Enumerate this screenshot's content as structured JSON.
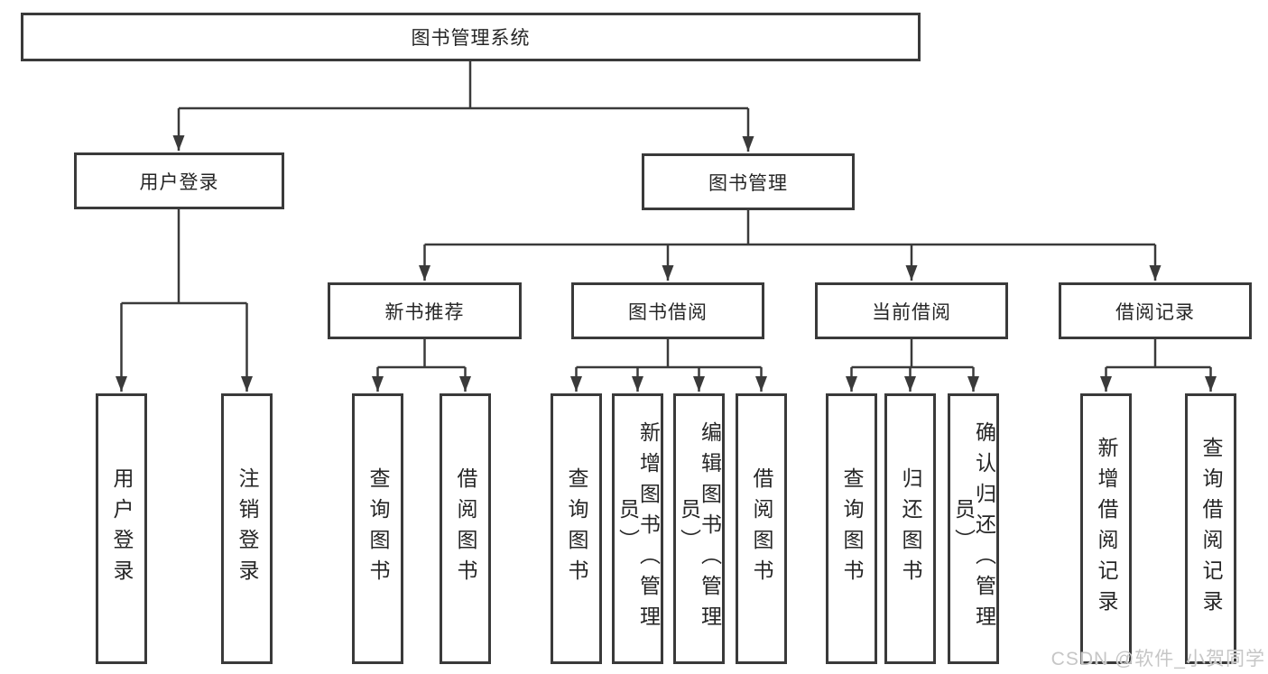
{
  "page": {
    "background": "#ffffff"
  },
  "colors": {
    "line": "#3a3a3a",
    "box_border": "#3a3a3a",
    "text": "#262626",
    "watermark": "#c6c6c6"
  },
  "watermark": {
    "text": "CSDN @软件_小贺同学"
  },
  "tree": {
    "root": {
      "label": "图书管理系统"
    },
    "branches": [
      {
        "label": "用户登录",
        "children": [
          {
            "label": "用户登录"
          },
          {
            "label": "注销登录"
          }
        ]
      },
      {
        "label": "图书管理",
        "children": [
          {
            "label": "新书推荐",
            "children": [
              {
                "label": "查询图书"
              },
              {
                "label": "借阅图书"
              }
            ]
          },
          {
            "label": "图书借阅",
            "children": [
              {
                "label": "查询图书"
              },
              {
                "label": "新增图书（管理员）"
              },
              {
                "label": "编辑图书（管理员）"
              },
              {
                "label": "借阅图书"
              }
            ]
          },
          {
            "label": "当前借阅",
            "children": [
              {
                "label": "查询图书"
              },
              {
                "label": "归还图书"
              },
              {
                "label": "确认归还（管理员）"
              }
            ]
          },
          {
            "label": "借阅记录",
            "children": [
              {
                "label": "新增借阅记录"
              },
              {
                "label": "查询借阅记录"
              }
            ]
          }
        ]
      }
    ]
  }
}
